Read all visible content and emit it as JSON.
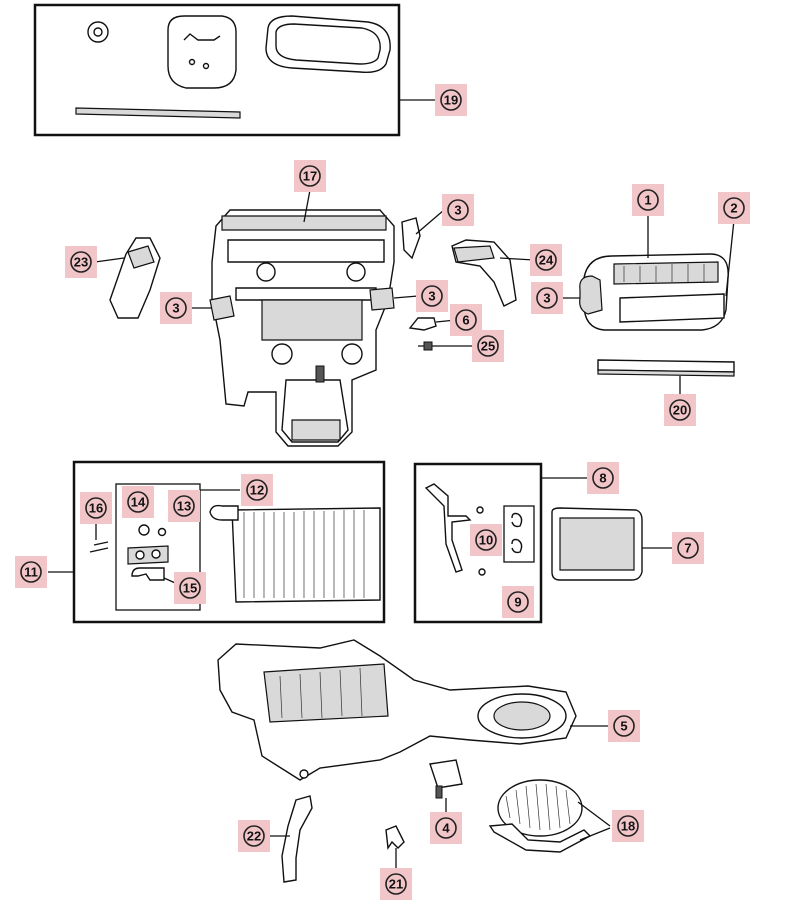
{
  "callouts": [
    {
      "id": "c19",
      "label": "19"
    },
    {
      "id": "c17",
      "label": "17"
    },
    {
      "id": "c3a",
      "label": "3"
    },
    {
      "id": "c23",
      "label": "23"
    },
    {
      "id": "c3b",
      "label": "3"
    },
    {
      "id": "c3c",
      "label": "3"
    },
    {
      "id": "c6",
      "label": "6"
    },
    {
      "id": "c25",
      "label": "25"
    },
    {
      "id": "c24",
      "label": "24"
    },
    {
      "id": "c1",
      "label": "1"
    },
    {
      "id": "c2",
      "label": "2"
    },
    {
      "id": "c3d",
      "label": "3"
    },
    {
      "id": "c20",
      "label": "20"
    },
    {
      "id": "c12",
      "label": "12"
    },
    {
      "id": "c16",
      "label": "16"
    },
    {
      "id": "c14",
      "label": "14"
    },
    {
      "id": "c13",
      "label": "13"
    },
    {
      "id": "c11",
      "label": "11"
    },
    {
      "id": "c15",
      "label": "15"
    },
    {
      "id": "c8",
      "label": "8"
    },
    {
      "id": "c10",
      "label": "10"
    },
    {
      "id": "c7",
      "label": "7"
    },
    {
      "id": "c9",
      "label": "9"
    },
    {
      "id": "c5",
      "label": "5"
    },
    {
      "id": "c4",
      "label": "4"
    },
    {
      "id": "c18",
      "label": "18"
    },
    {
      "id": "c22",
      "label": "22"
    },
    {
      "id": "c21",
      "label": "21"
    }
  ]
}
